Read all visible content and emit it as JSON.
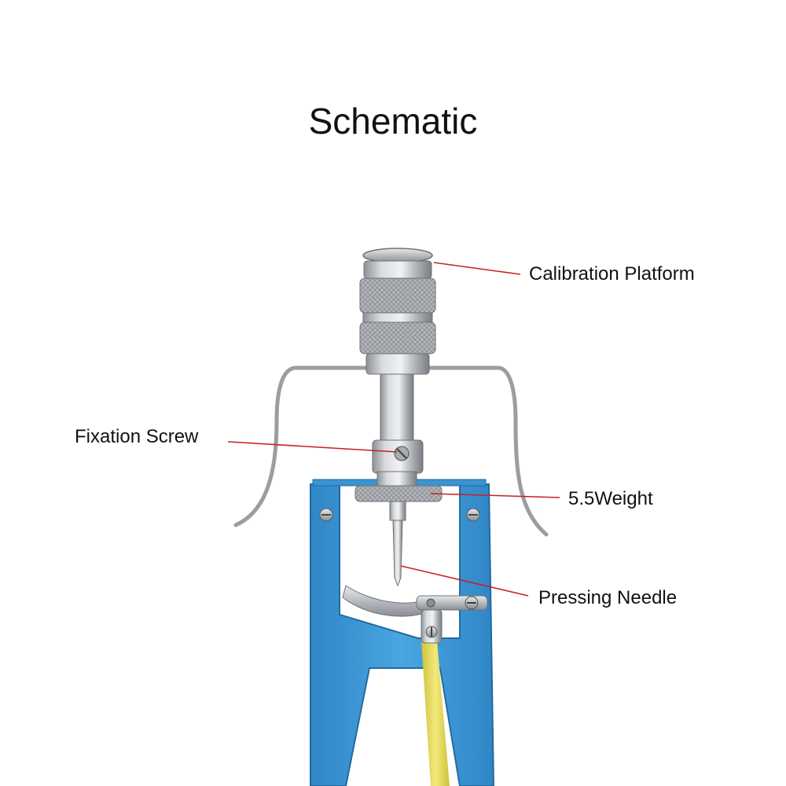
{
  "title": "Schematic",
  "labels": {
    "calibration_platform": "Calibration Platform",
    "fixation_screw": "Fixation Screw",
    "weight": "5.5Weight",
    "pressing_needle": "Pressing Needle"
  },
  "colors": {
    "frame_blue": "#3d9ad6",
    "frame_blue_dark": "#2b79b3",
    "steel": "#b9bcc0",
    "steel_dark": "#7d8186",
    "yellow_strip": "#e6dc59",
    "callout_line": "#c82020"
  }
}
